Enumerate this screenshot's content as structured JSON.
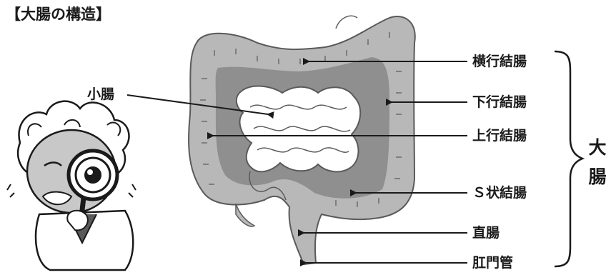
{
  "title": "【大腸の構造】",
  "labels": {
    "small_intestine": "小腸",
    "transverse_colon": "横行結腸",
    "descending_colon": "下行結腸",
    "ascending_colon": "上行結腸",
    "sigmoid_colon": "Ｓ状結腸",
    "rectum": "直腸",
    "anal_canal": "肛門管"
  },
  "brace_label": {
    "line1": "大",
    "line2": "腸"
  },
  "colors": {
    "colon_fill": "#b8b8b8",
    "colon_inner": "#8f8f8f",
    "small_intestine_fill": "#ffffff",
    "outline": "#5a5a5a",
    "arrow": "#1a1a1a"
  }
}
